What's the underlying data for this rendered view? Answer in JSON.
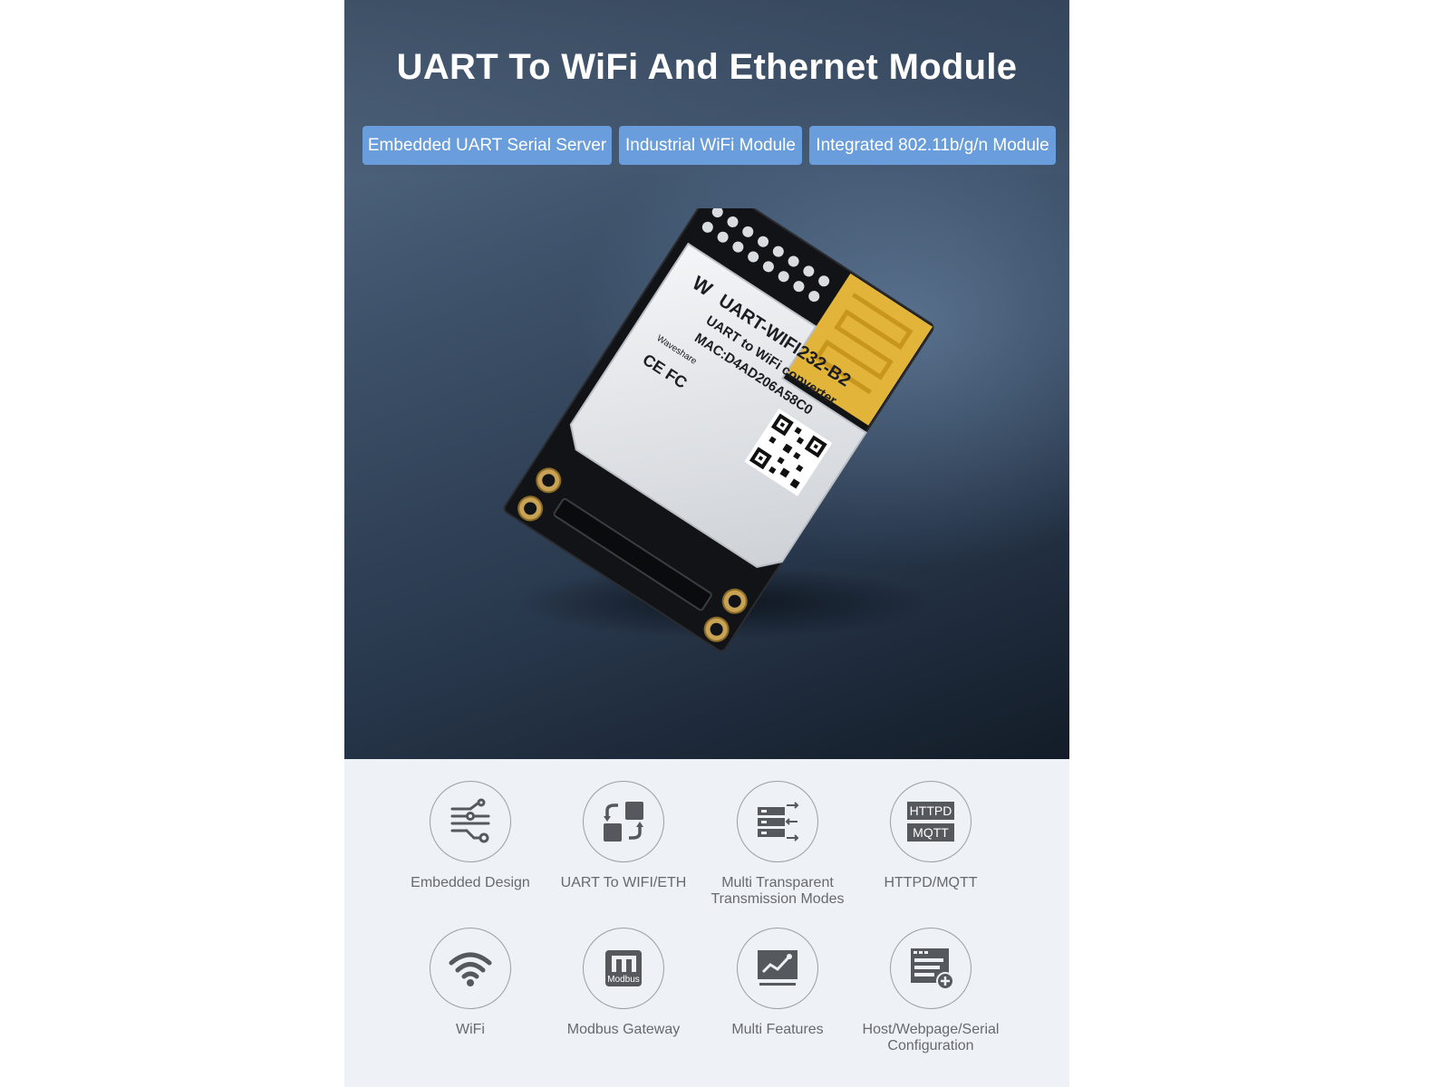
{
  "banner": {
    "title": "UART To WiFi And Ethernet Module",
    "tags": [
      "Embedded UART Serial Server",
      "Industrial WiFi Module",
      "Integrated 802.11b/g/n Module"
    ]
  },
  "product": {
    "brand": "Waveshare",
    "model": "UART-WIFI232-B2",
    "subtitle": "UART to WiFi converter",
    "mac": "MAC:D4AD206A58C0"
  },
  "features": [
    {
      "label": "Embedded Design",
      "icon": "embedded-design-icon"
    },
    {
      "label": "UART To WIFI/ETH",
      "icon": "uart-convert-icon"
    },
    {
      "label": "Multi Transparent Transmission Modes",
      "icon": "transmission-modes-icon"
    },
    {
      "label": "HTTPD/MQTT",
      "icon": "httpd-mqtt-icon",
      "icon_text": [
        "HTTPD",
        "MQTT"
      ]
    },
    {
      "label": "WiFi",
      "icon": "wifi-icon"
    },
    {
      "label": "Modbus Gateway",
      "icon": "modbus-icon",
      "icon_text": "Modbus"
    },
    {
      "label": "Multi Features",
      "icon": "chart-monitor-icon"
    },
    {
      "label": "Host/Webpage/Serial Configuration",
      "icon": "config-window-icon"
    }
  ],
  "colors": {
    "tag_background": "#6a9ddb",
    "feature_background": "#eef1f5",
    "icon_color": "#55595e",
    "antenna": "#e2b53a"
  }
}
